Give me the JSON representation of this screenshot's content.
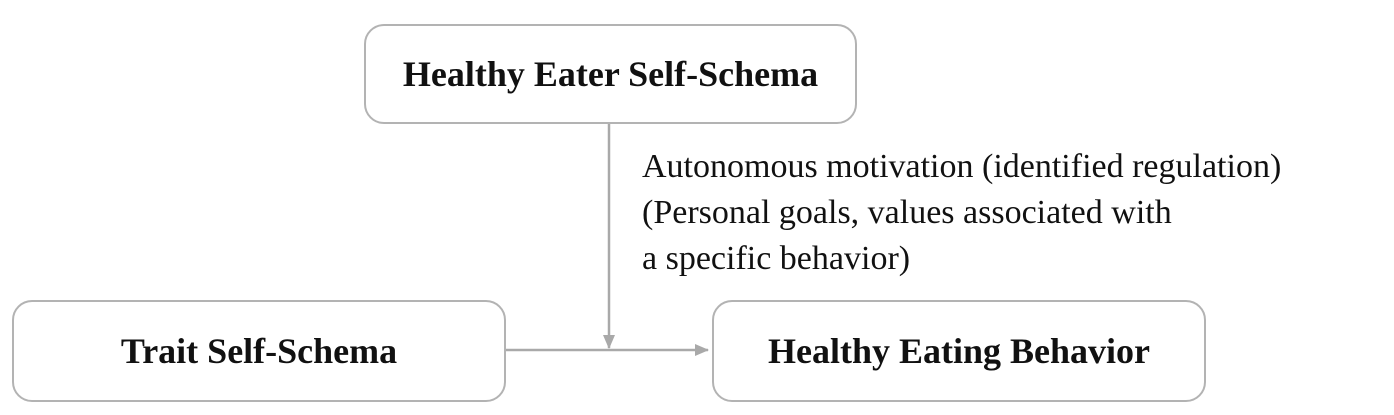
{
  "diagram": {
    "boxes": {
      "top": "Healthy Eater Self-Schema",
      "left": "Trait Self-Schema",
      "right": "Healthy Eating Behavior"
    },
    "annotation": {
      "lines": [
        "Autonomous motivation (identified regulation)",
        "(Personal goals, values associated with",
        "a specific behavior)"
      ]
    },
    "colors": {
      "box_border": "#b3b3b3",
      "arrow": "#a9a9a9",
      "text": "#111111"
    }
  }
}
